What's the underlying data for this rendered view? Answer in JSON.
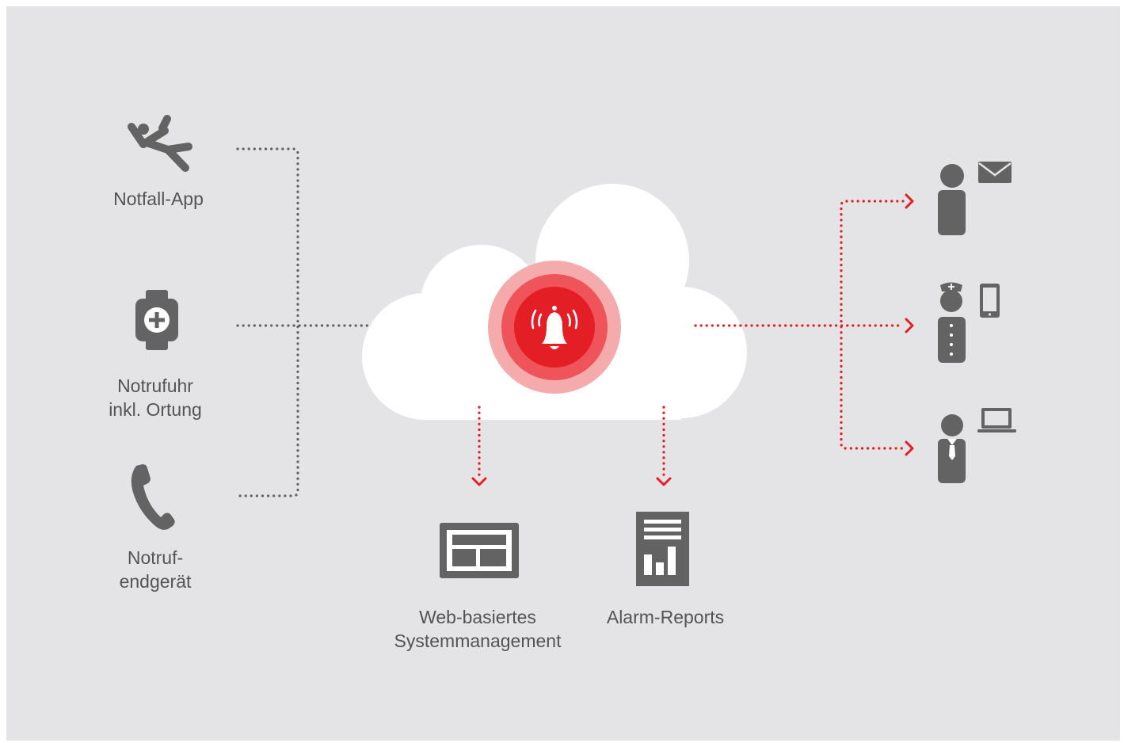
{
  "inputs": {
    "app": {
      "label": "Notfall-App",
      "icon": "falling-person-icon"
    },
    "watch": {
      "line1": "Notrufuhr",
      "line2": "inkl. Ortung",
      "icon": "emergency-watch-icon"
    },
    "phone": {
      "line1": "Notruf-",
      "line2": "endgerät",
      "icon": "phone-handset-icon"
    }
  },
  "outputs": {
    "web": {
      "line1": "Web-basiertes",
      "line2": "Systemmanagement",
      "icon": "web-dashboard-icon"
    },
    "reports": {
      "label": "Alarm-Reports",
      "icon": "report-chart-icon"
    }
  },
  "recipients": [
    {
      "person": "person-icon",
      "device": "mail-envelope-icon"
    },
    {
      "person": "nurse-icon",
      "device": "smartphone-icon"
    },
    {
      "person": "businessman-icon",
      "device": "laptop-icon"
    }
  ],
  "center": {
    "icon": "alarm-bell-icon"
  },
  "colors": {
    "background": "#e4e4e6",
    "gray": "#636363",
    "red": "#e31e24",
    "cloud": "#ffffff",
    "text": "#545454"
  }
}
